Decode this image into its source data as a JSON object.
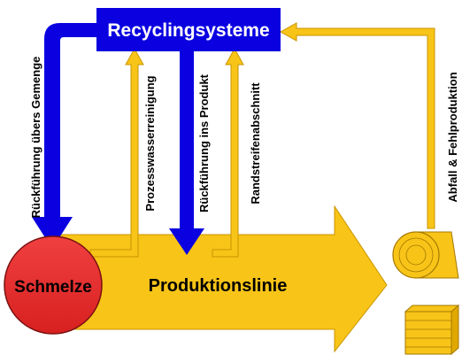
{
  "recycling_box": {
    "label": "Recyclingsysteme"
  },
  "melt": {
    "label": "Schmelze"
  },
  "production_arrow": {
    "label": "Produktionslinie"
  },
  "flows": {
    "return_batch": "Rückführung übers Gemenge",
    "process_water": "Prozesswasserreinigung",
    "return_product": "Rückführung ins Produkt",
    "edge_strip": "Randstreifenabschnitt",
    "waste": "Abfall & Fehlproduktion"
  },
  "colors": {
    "blue": "#0b00e0",
    "yellow": "#f8c418",
    "yellow_edge": "#c99500",
    "red": "#e63030",
    "white": "#ffffff"
  },
  "icons": [
    "paper-roll-icon",
    "stacked-sheets-icon"
  ]
}
